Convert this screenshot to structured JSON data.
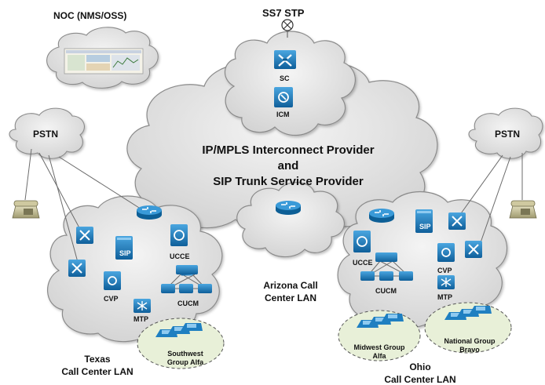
{
  "noc": {
    "label": "NOC (NMS/OSS)"
  },
  "ss7": {
    "label": "SS7 STP",
    "sc_label": "SC",
    "icm_label": "ICM"
  },
  "provider": {
    "line1": "IP/MPLS Interconnect Provider",
    "line2": "and",
    "line3": "SIP Trunk Service Provider"
  },
  "arizona": {
    "line1": "Arizona Call",
    "line2": "Center LAN"
  },
  "pstn_left": {
    "label": "PSTN"
  },
  "pstn_right": {
    "label": "PSTN"
  },
  "texas": {
    "line1": "Texas",
    "line2": "Call Center LAN",
    "ucce": "UCCE",
    "cvp": "CVP",
    "mtp": "MTP",
    "cucm": "CUCM",
    "sip": "SIP",
    "group_line1": "Southwest",
    "group_line2": "Group Alfa"
  },
  "ohio": {
    "line1": "Ohio",
    "line2": "Call Center LAN",
    "ucce": "UCCE",
    "cvp": "CVP",
    "mtp": "MTP",
    "cucm": "CUCM",
    "sip": "SIP",
    "group1_line1": "Midwest Group",
    "group1_line2": "Alfa",
    "group2_line1": "National Group",
    "group2_line2": "Bravo"
  },
  "colors": {
    "cloud_fill": "#e6e6e6",
    "cloud_stroke": "#8a8a8a",
    "device_blue": "#1f7fc1",
    "device_dark": "#0d5f96",
    "group_fill": "#e8f0d8"
  }
}
